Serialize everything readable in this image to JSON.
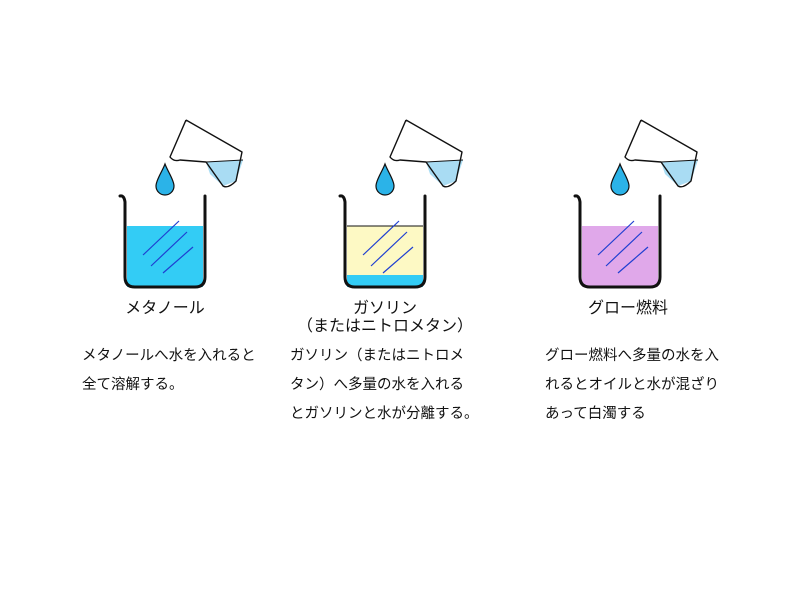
{
  "panels": [
    {
      "label_lines": [
        "メタノール"
      ],
      "description": "メタノールへ水を入れると\n全て溶解する。",
      "liquid_layers": [
        {
          "color": "#33ccf5"
        }
      ],
      "cup_liquid_color": "#a9dcf3",
      "drop_color": "#2bb3e8"
    },
    {
      "label_lines": [
        "ガソリン",
        "（またはニトロメタン）"
      ],
      "description": "ガソリン（またはニトロメ\nタン）へ多量の水を入れる\nとガソリンと水が分離する。",
      "liquid_layers": [
        {
          "color": "#fdf9c4"
        },
        {
          "color": "#33ccf5"
        }
      ],
      "cup_liquid_color": "#a9dcf3",
      "drop_color": "#2bb3e8"
    },
    {
      "label_lines": [
        "グロー燃料"
      ],
      "description": "グロー燃料へ多量の水を入\nれるとオイルと水が混ざり\nあって白濁する",
      "liquid_layers": [
        {
          "color": "#e0a8ea"
        }
      ],
      "cup_liquid_color": "#a9dcf3",
      "drop_color": "#2bb3e8"
    }
  ],
  "colors": {
    "outline": "#111111",
    "glare": "#1f3fd1"
  }
}
